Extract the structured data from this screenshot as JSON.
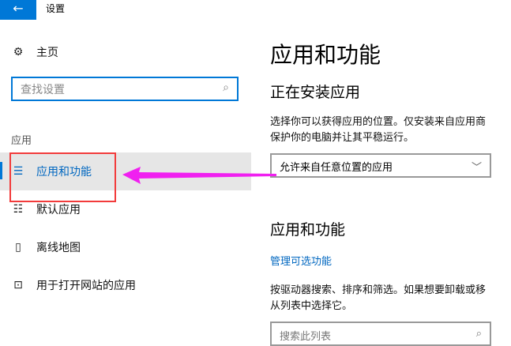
{
  "titlebar": {
    "back_icon": "arrow-left-icon",
    "title": "设置"
  },
  "sidebar": {
    "home": {
      "icon": "gear-icon",
      "label": "主页"
    },
    "search_placeholder": "查找设置",
    "section": "应用",
    "items": [
      {
        "icon": "list-icon",
        "label": "应用和功能",
        "selected": true
      },
      {
        "icon": "default-apps-icon",
        "label": "默认应用"
      },
      {
        "icon": "map-download-icon",
        "label": "离线地图"
      },
      {
        "icon": "open-web-icon",
        "label": "用于打开网站的应用"
      }
    ]
  },
  "main": {
    "title": "应用和功能",
    "install_heading": "正在安装应用",
    "install_desc_1": "选择你可以获得应用的位置。仅安装来自应用商",
    "install_desc_2": "保护你的电脑并让其平稳运行。",
    "install_dropdown": "允许来自任意位置的应用",
    "apps_heading": "应用和功能",
    "manage_link": "管理可选功能",
    "apps_desc_1": "按驱动器搜索、排序和筛选。如果想要卸载或移",
    "apps_desc_2": "从列表中选择它。",
    "list_search_placeholder": "搜索此列表"
  },
  "annotation": {
    "highlight_color": "#f23b3b",
    "arrow_color": "#f020f0"
  },
  "accent": "#0078d7"
}
